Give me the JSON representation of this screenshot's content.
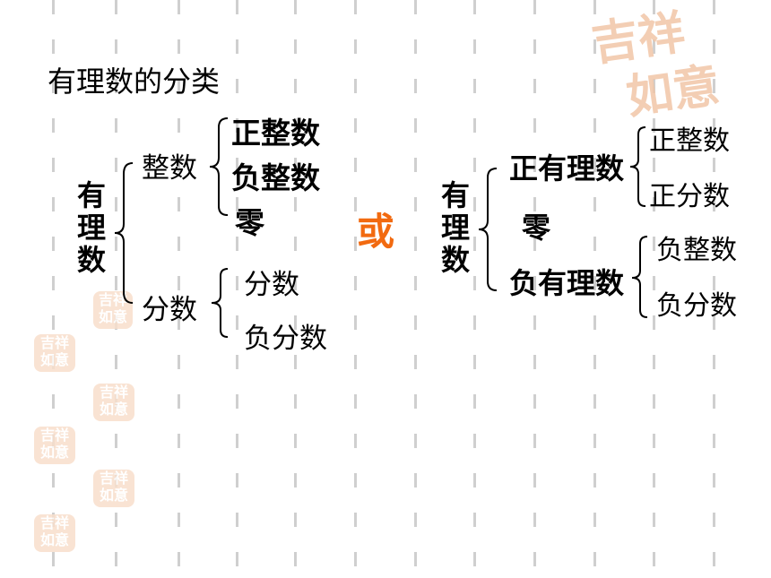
{
  "title": "有理数的分类",
  "left": {
    "root": "有理数",
    "integer": {
      "label": "整数",
      "children": [
        "正整数",
        "负整数",
        "零"
      ]
    },
    "fraction": {
      "label": "分数",
      "children": [
        "分数",
        "负分数"
      ]
    }
  },
  "connector": "或",
  "right": {
    "root": "有理数",
    "positive": {
      "label": "正有理数",
      "children": [
        "正整数",
        "正分数"
      ]
    },
    "zero": "零",
    "negative": {
      "label": "负有理数",
      "children": [
        "负整数",
        "负分数"
      ]
    }
  },
  "colors": {
    "connector": "#f26a10",
    "stamp": "#f1c6a8",
    "grid": "#cfcfcf"
  },
  "decoration": {
    "stamp_text": "吉祥如意"
  }
}
